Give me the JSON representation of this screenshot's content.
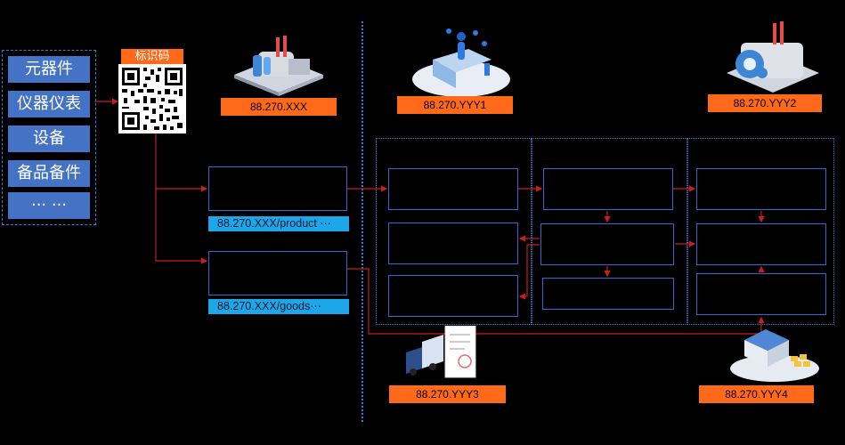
{
  "categories": [
    "元器件",
    "仪器仪表",
    "设备",
    "备品备件",
    "··· ···"
  ],
  "qr_label": "标识码",
  "codes": {
    "xxx": "88.270.XXX",
    "yyy1": "88.270.YYY1",
    "yyy2": "88.270.YYY2",
    "yyy3": "88.270.YYY3",
    "yyy4": "88.270.YYY4"
  },
  "product_chip": "88.270.XXX/product ···",
  "goods_chip": "88.270.XXX/goods···",
  "colors": {
    "accent_orange": "#ff6a1a",
    "box_blue": "#2e6ad1",
    "chip_blue": "#1ea7e8",
    "arrow_red": "#c81e1e",
    "category_blue": "#4472c4"
  }
}
